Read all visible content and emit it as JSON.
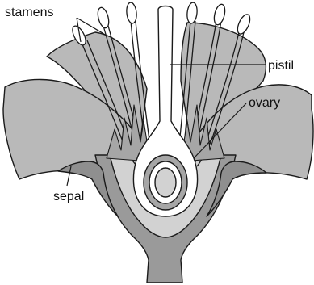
{
  "labels": {
    "stamens": "stamens",
    "pistil": "pistil",
    "ovary": "ovary",
    "sepal": "sepal"
  },
  "colors": {
    "petal_fill": "#b9b9b9",
    "sepal_fill": "#8f8f8f",
    "tissue_fill": "#a6a6a6",
    "pistil_fill": "#ffffff",
    "outline": "#1a1a1a"
  }
}
